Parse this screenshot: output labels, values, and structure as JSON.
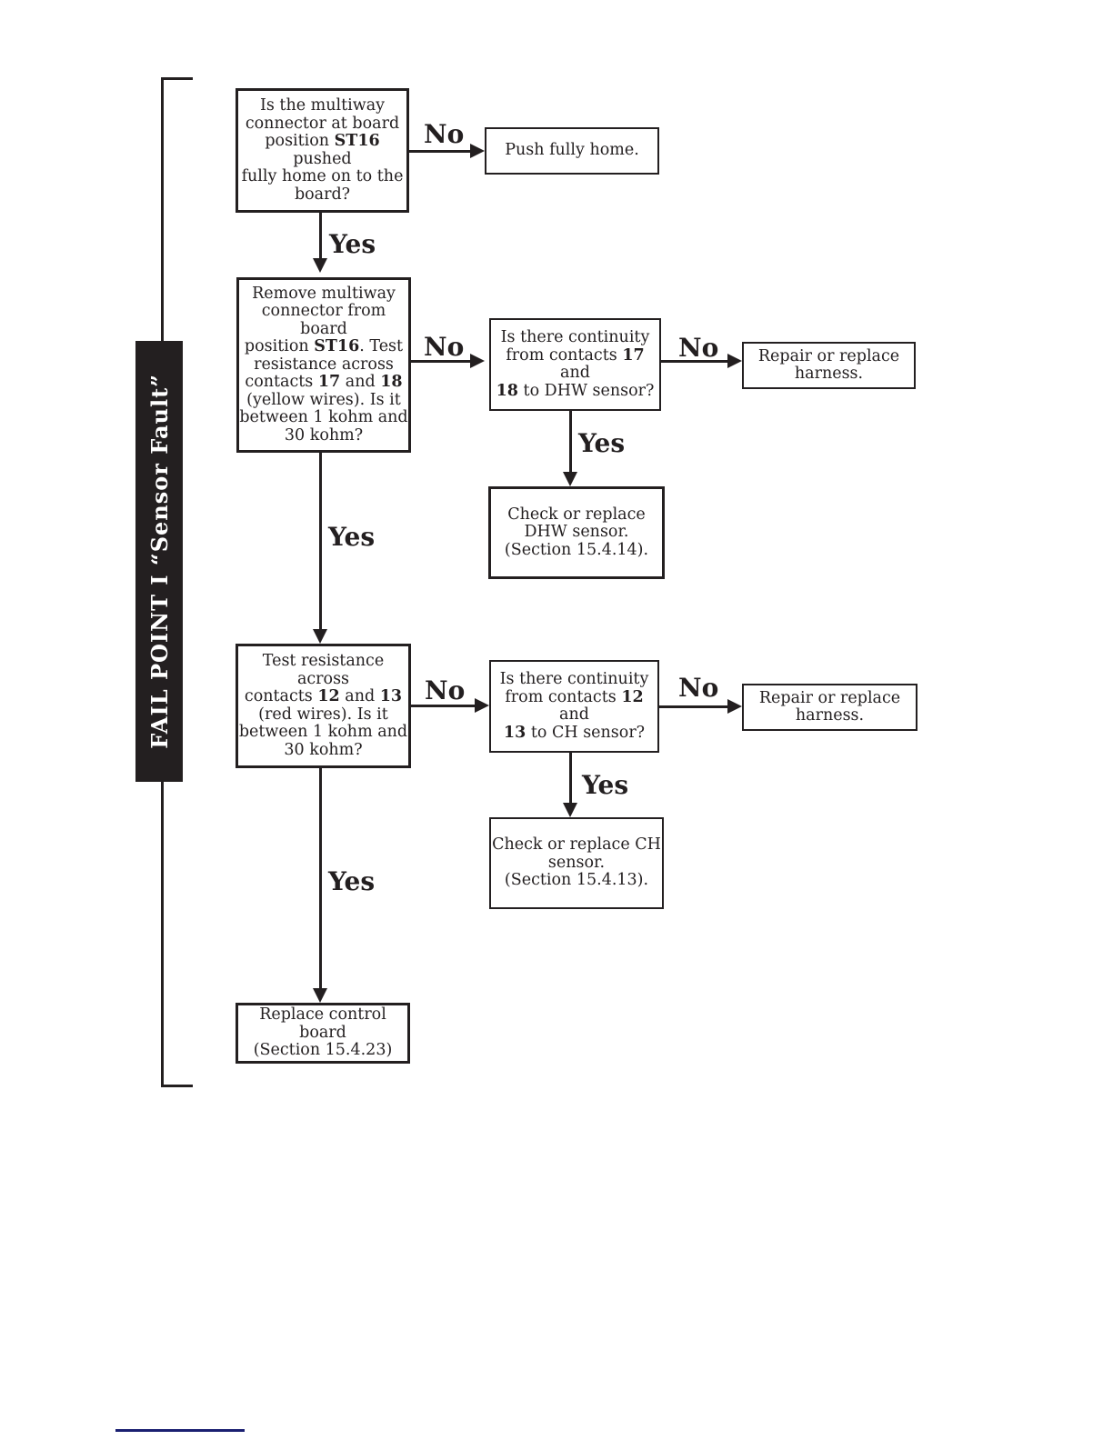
{
  "banner": {
    "label": "FAIL POINT I “Sensor Fault”"
  },
  "labels": {
    "yes": "Yes",
    "no": "No"
  },
  "colors": {
    "ink": "#231f20",
    "banner_bg": "#231f20",
    "banner_text": "#ffffff",
    "footer_rule": "#1a1f71"
  },
  "nodes": {
    "q_connector_pushed": {
      "lines": [
        [
          {
            "t": "Is the multiway"
          }
        ],
        [
          {
            "t": "connector at board"
          }
        ],
        [
          {
            "t": "position "
          },
          {
            "t": "ST16",
            "b": true
          },
          {
            "t": " pushed"
          }
        ],
        [
          {
            "t": "fully home on to the"
          }
        ],
        [
          {
            "t": "board?"
          }
        ]
      ]
    },
    "push_fully_home": {
      "lines": [
        [
          {
            "t": "Push fully home."
          }
        ]
      ]
    },
    "q_resistance_17_18": {
      "lines": [
        [
          {
            "t": "Remove multiway"
          }
        ],
        [
          {
            "t": "connector from board"
          }
        ],
        [
          {
            "t": "position "
          },
          {
            "t": "ST16",
            "b": true
          },
          {
            "t": ". Test"
          }
        ],
        [
          {
            "t": "resistance across"
          }
        ],
        [
          {
            "t": "contacts "
          },
          {
            "t": "17",
            "b": true
          },
          {
            "t": " and "
          },
          {
            "t": "18",
            "b": true
          }
        ],
        [
          {
            "t": "(yellow wires). Is it"
          }
        ],
        [
          {
            "t": "between 1 kohm and"
          }
        ],
        [
          {
            "t": "30 kohm?"
          }
        ]
      ]
    },
    "q_continuity_17_18": {
      "lines": [
        [
          {
            "t": "Is there continuity"
          }
        ],
        [
          {
            "t": "from contacts "
          },
          {
            "t": "17",
            "b": true
          },
          {
            "t": " and"
          }
        ],
        [
          {
            "t": "18",
            "b": true
          },
          {
            "t": " to DHW sensor?"
          }
        ]
      ]
    },
    "repair_harness_dhw": {
      "lines": [
        [
          {
            "t": "Repair or replace"
          }
        ],
        [
          {
            "t": "harness."
          }
        ]
      ]
    },
    "check_dhw_sensor": {
      "lines": [
        [
          {
            "t": "Check or replace"
          }
        ],
        [
          {
            "t": "DHW sensor."
          }
        ],
        [
          {
            "t": "(Section 15.4.14)."
          }
        ]
      ]
    },
    "q_resistance_12_13": {
      "lines": [
        [
          {
            "t": "Test resistance across"
          }
        ],
        [
          {
            "t": "contacts "
          },
          {
            "t": "12",
            "b": true
          },
          {
            "t": " and "
          },
          {
            "t": "13",
            "b": true
          }
        ],
        [
          {
            "t": "(red wires). Is it"
          }
        ],
        [
          {
            "t": "between 1 kohm and"
          }
        ],
        [
          {
            "t": "30 kohm?"
          }
        ]
      ]
    },
    "q_continuity_12_13": {
      "lines": [
        [
          {
            "t": "Is there continuity"
          }
        ],
        [
          {
            "t": "from contacts "
          },
          {
            "t": "12",
            "b": true
          },
          {
            "t": " and"
          }
        ],
        [
          {
            "t": "13",
            "b": true
          },
          {
            "t": " to CH sensor?"
          }
        ]
      ]
    },
    "repair_harness_ch": {
      "lines": [
        [
          {
            "t": "Repair or replace"
          }
        ],
        [
          {
            "t": "harness."
          }
        ]
      ]
    },
    "check_ch_sensor": {
      "lines": [
        [
          {
            "t": "Check or replace CH"
          }
        ],
        [
          {
            "t": "sensor."
          }
        ],
        [
          {
            "t": "(Section 15.4.13)."
          }
        ]
      ]
    },
    "replace_control_board": {
      "lines": [
        [
          {
            "t": "Replace control board"
          }
        ],
        [
          {
            "t": "(Section 15.4.23)"
          }
        ]
      ]
    }
  }
}
